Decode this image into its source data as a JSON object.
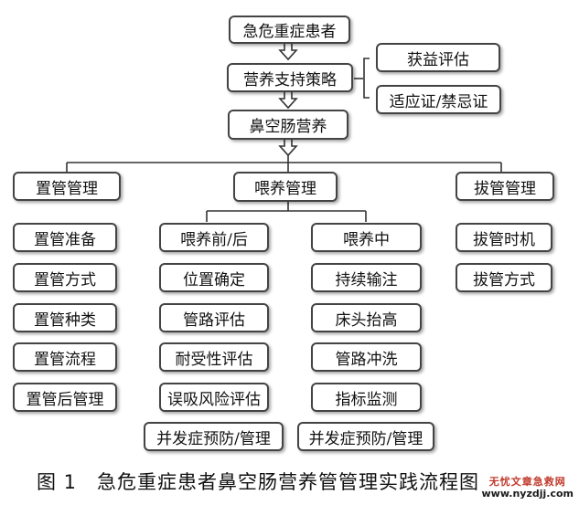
{
  "top_chain": {
    "patient": "急危重症患者",
    "strategy": "营养支持策略",
    "enteral": "鼻空肠营养"
  },
  "strategy_branches": [
    "获益评估",
    "适应证/禁忌证"
  ],
  "categories": {
    "placement": "置管管理",
    "feeding": "喂养管理",
    "removal": "拔管管理"
  },
  "placement_items": [
    "置管准备",
    "置管方式",
    "置管种类",
    "置管流程",
    "置管后管理"
  ],
  "feeding_before_after": {
    "header": "喂养前/后",
    "items": [
      "位置确定",
      "管路评估",
      "耐受性评估",
      "误吸风险评估",
      "并发症预防/管理"
    ]
  },
  "feeding_during": {
    "header": "喂养中",
    "items": [
      "持续输注",
      "床头抬高",
      "管路冲洗",
      "指标监测",
      "并发症预防/管理"
    ]
  },
  "removal_items": [
    "拔管时机",
    "拔管方式"
  ],
  "caption": {
    "figure_no": "图 1",
    "text": "急危重症患者鼻空肠营养管管理实践流程图"
  },
  "watermark": {
    "line1": "无忧文章急救网",
    "line2": "www.nyzdjj.com"
  }
}
